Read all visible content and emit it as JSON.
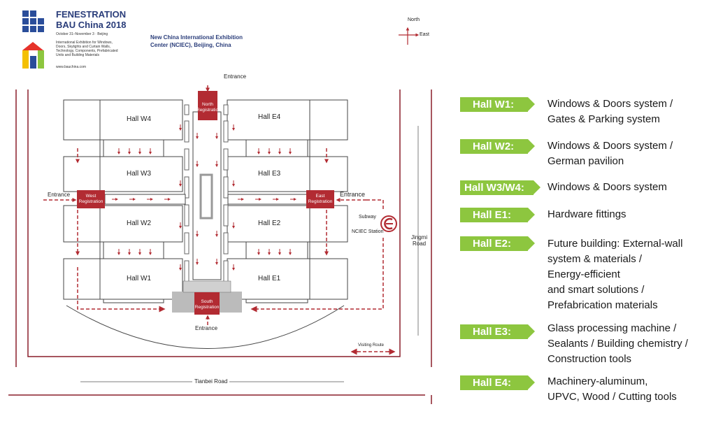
{
  "header": {
    "logo_line1": "FENESTRATION",
    "logo_line2": "BAU China 2018",
    "dates": "October 31–November 3 · Beijing",
    "tagline": "International Exhibition for Windows, Doors, Skylights and Curtain Walls, Technology, Components, Prefabricated Units and Building Materials",
    "website": "www.bauchina.com",
    "venue_line1": "New China International Exhibition",
    "venue_line2": "Center (NCIEC), Beijing, China"
  },
  "compass": {
    "north": "North",
    "east": "East"
  },
  "map": {
    "entrance_top": "Entrance",
    "entrance_west": "Entrance",
    "entrance_east": "Entrance",
    "entrance_south": "Entrance",
    "halls": {
      "w4": "Hall W4",
      "w3": "Hall W3",
      "w2": "Hall W2",
      "w1": "Hall W1",
      "e4": "Hall E4",
      "e3": "Hall E3",
      "e2": "Hall E2",
      "e1": "Hall E1"
    },
    "registration": {
      "north": "North\nRegistration",
      "west": "West\nRegistration",
      "east": "East\nRegistration",
      "south": "South\nRegistration"
    },
    "subway": "Subway",
    "station": "NCIEC Station",
    "road_east": "Jingmi\nRoad",
    "road_south": "Tianbei Road",
    "visiting_route": "Visiting Route",
    "colors": {
      "route": "#b22b32",
      "hall_outline": "#444444",
      "badge": "#8dc63f",
      "brand": "#2a3d7a"
    }
  },
  "legend": [
    {
      "hall": "Hall W1:",
      "desc": "Windows & Doors system /\nGates & Parking system"
    },
    {
      "hall": "Hall W2:",
      "desc": "Windows & Doors system /\nGerman pavilion"
    },
    {
      "hall": "Hall W3/W4:",
      "desc": "Windows & Doors system"
    },
    {
      "hall": "Hall E1:",
      "desc": "Hardware fittings"
    },
    {
      "hall": "Hall E2:",
      "desc": "Future building: External-wall\nsystem & materials /\nEnergy-efficient\nand smart solutions /\nPrefabrication materials"
    },
    {
      "hall": "Hall E3:",
      "desc": "Glass processing machine /\nSealants / Building chemistry /\nConstruction tools"
    },
    {
      "hall": "Hall E4:",
      "desc": "Machinery-aluminum,\nUPVC, Wood / Cutting tools"
    }
  ]
}
